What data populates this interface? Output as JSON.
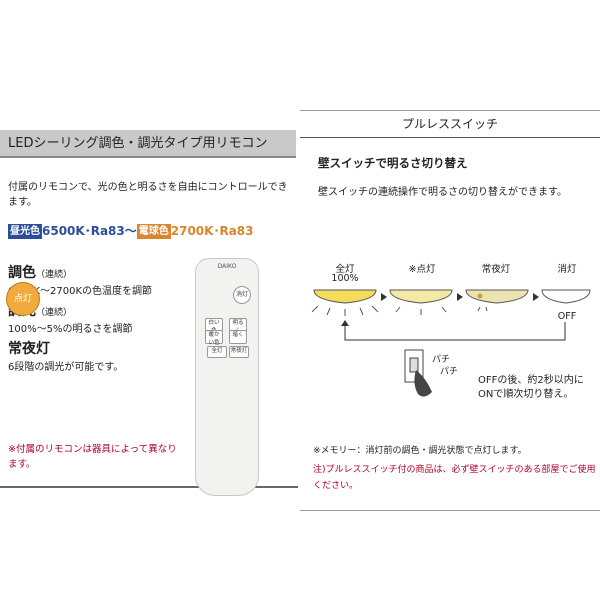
{
  "left": {
    "header": "LEDシーリング調色・調光タイプ用リモコン",
    "description": "付属のリモコンで、光の色と明るさを自由にコントロールできます。",
    "spec": {
      "tag_day": "昼光色",
      "day": "6500K･Ra83～",
      "tag_warm": "電球色",
      "warm": "2700K･Ra83"
    },
    "features": [
      {
        "title": "調色",
        "sub": "（連続）",
        "desc": "6500K～2700Kの色温度を調節"
      },
      {
        "title": "調光",
        "sub": "（連続）",
        "desc": "100%～5%の明るさを調節"
      },
      {
        "title": "常夜灯",
        "sub": "",
        "desc": "6段階の調光が可能です。"
      }
    ],
    "note": "※付属のリモコンは器具によって異なります。",
    "remote": {
      "logo": "DAIKO",
      "main_button": "点灯",
      "off_button": "消灯",
      "color_up": "白い色",
      "color_down": "暖かい色",
      "bright_up": "明るく",
      "bright_down": "暗く",
      "full_button": "全灯",
      "night_button": "常夜灯"
    }
  },
  "right": {
    "title": "プルレススイッチ",
    "heading": "壁スイッチで明るさ切り替え",
    "description": "壁スイッチの連続操作で明るさの切り替えができます。",
    "states": [
      {
        "label": "全灯",
        "value": "100%"
      },
      {
        "label": "※点灯",
        "value": ""
      },
      {
        "label": "常夜灯",
        "value": ""
      },
      {
        "label": "消灯",
        "value": "OFF"
      }
    ],
    "pachi": "パチ",
    "off_note": "OFFの後、約2秒以内にONで順次切り替え。",
    "memory_note": "※メモリー：消灯前の調色・調光状態で点灯します。",
    "caution": "注)プルレススイッチ付の商品は、必ず壁スイッチのある部屋でご使用ください。"
  },
  "colors": {
    "day_blue": "#2c4e9a",
    "warm_orange": "#d9862e",
    "red_note": "#b0002a",
    "lamp_full": "#f2dc5a",
    "lamp_mid": "#f4e9a4",
    "lamp_night": "#ece3b2"
  }
}
